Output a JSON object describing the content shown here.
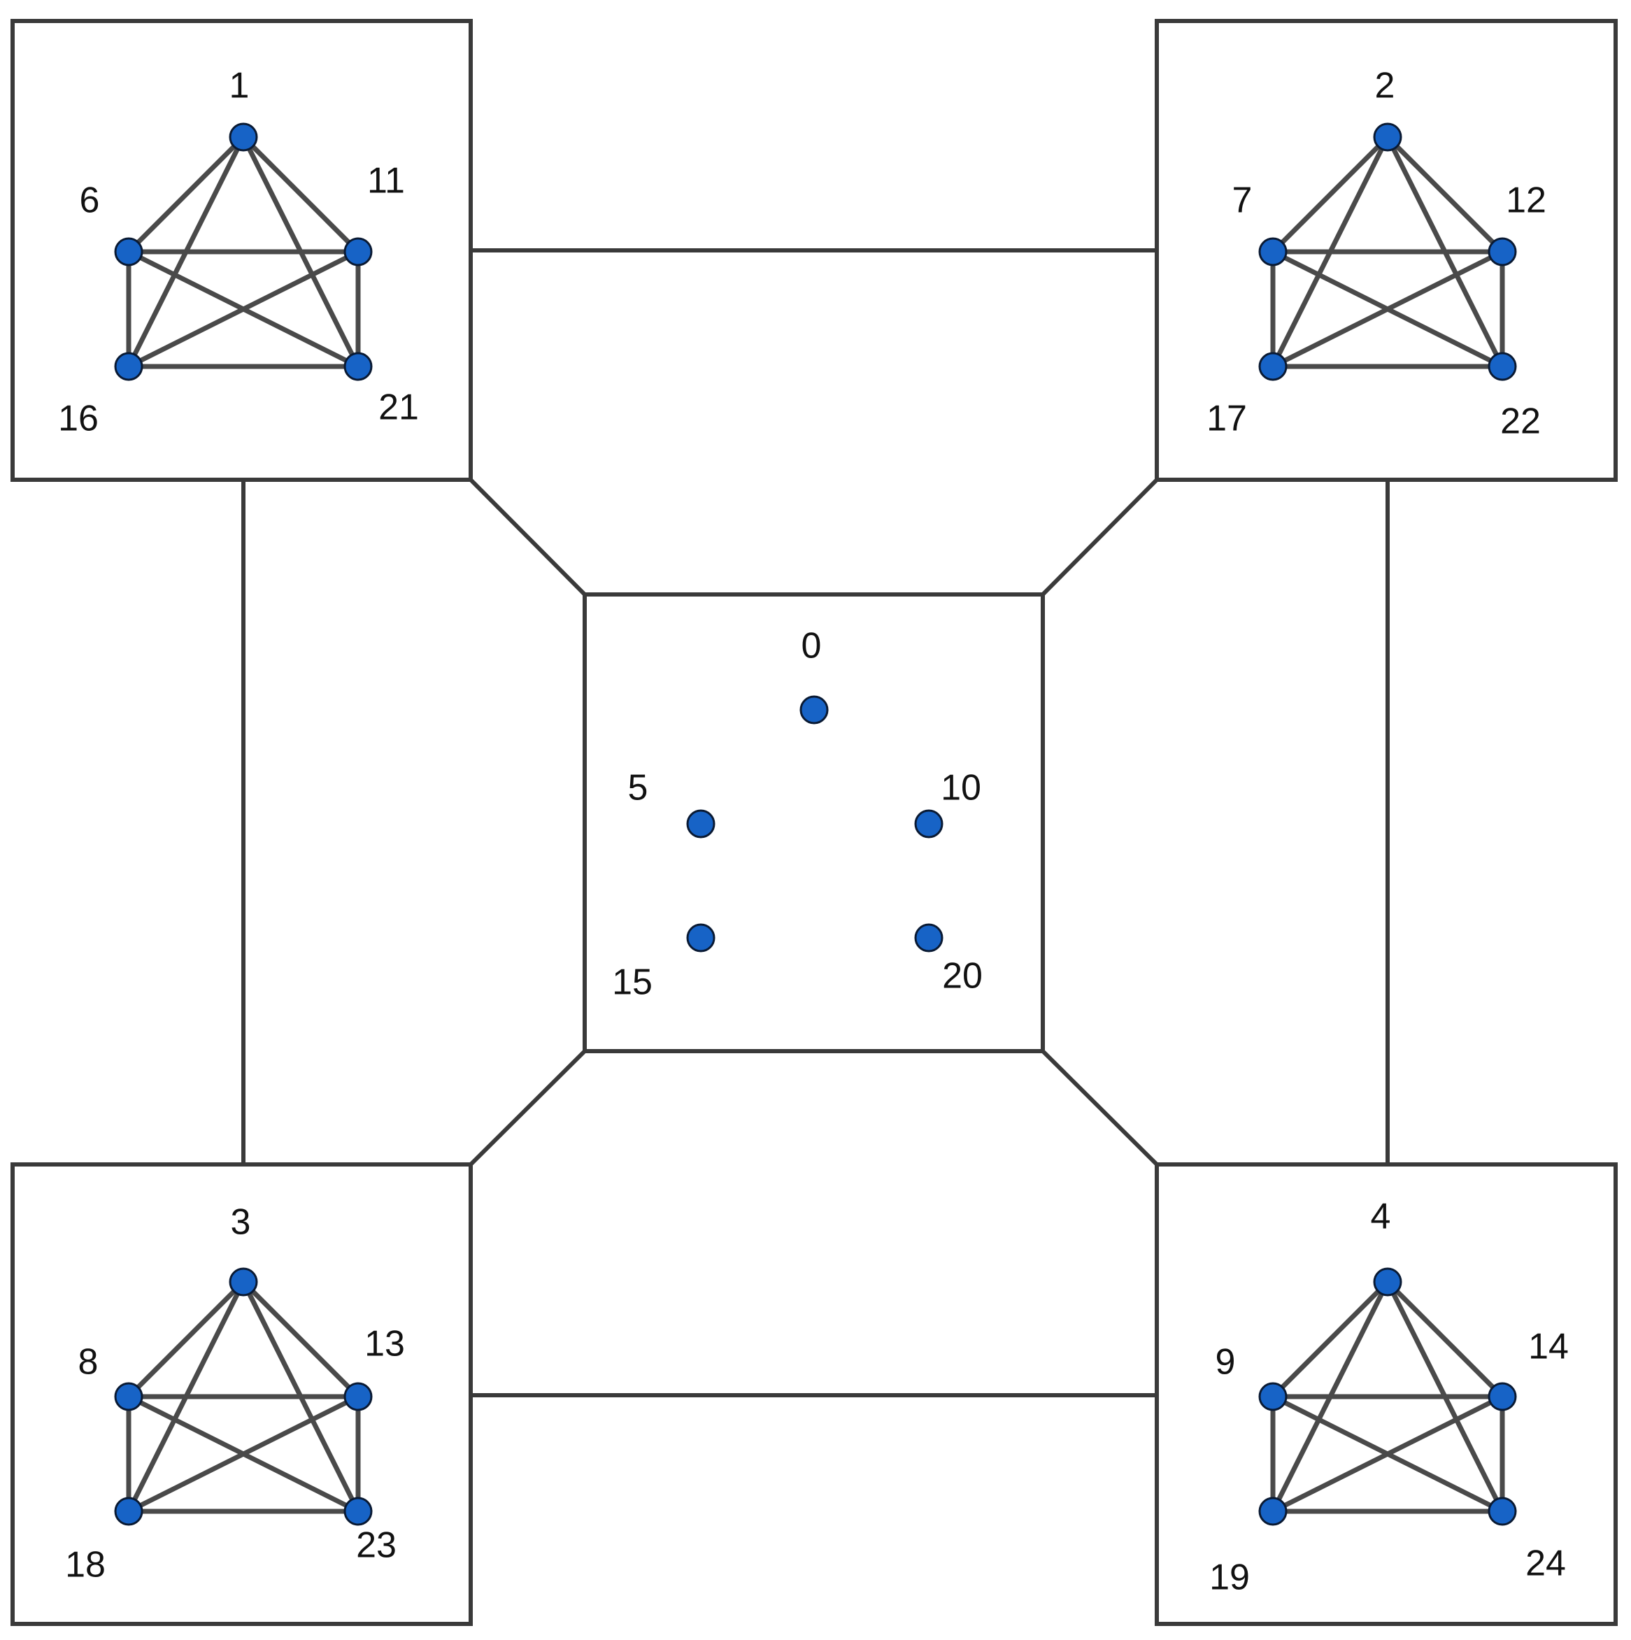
{
  "colors": {
    "node_fill": "#1763c6",
    "node_stroke": "#0a1a33",
    "line": "#3a3a3a",
    "background": "#ffffff"
  },
  "groups": [
    {
      "name": "top-left",
      "nodes": [
        "1",
        "6",
        "11",
        "16",
        "21"
      ],
      "fully_connected": true
    },
    {
      "name": "top-right",
      "nodes": [
        "2",
        "7",
        "12",
        "17",
        "22"
      ],
      "fully_connected": true
    },
    {
      "name": "center",
      "nodes": [
        "0",
        "5",
        "10",
        "15",
        "20"
      ],
      "fully_connected": false
    },
    {
      "name": "bottom-left",
      "nodes": [
        "3",
        "8",
        "13",
        "18",
        "23"
      ],
      "fully_connected": true
    },
    {
      "name": "bottom-right",
      "nodes": [
        "4",
        "9",
        "14",
        "19",
        "24"
      ],
      "fully_connected": true
    }
  ],
  "group_links": [
    [
      "top-left",
      "top-right"
    ],
    [
      "top-left",
      "bottom-left"
    ],
    [
      "top-right",
      "bottom-right"
    ],
    [
      "bottom-left",
      "bottom-right"
    ],
    [
      "top-left",
      "center"
    ],
    [
      "top-right",
      "center"
    ],
    [
      "bottom-left",
      "center"
    ],
    [
      "bottom-right",
      "center"
    ]
  ]
}
